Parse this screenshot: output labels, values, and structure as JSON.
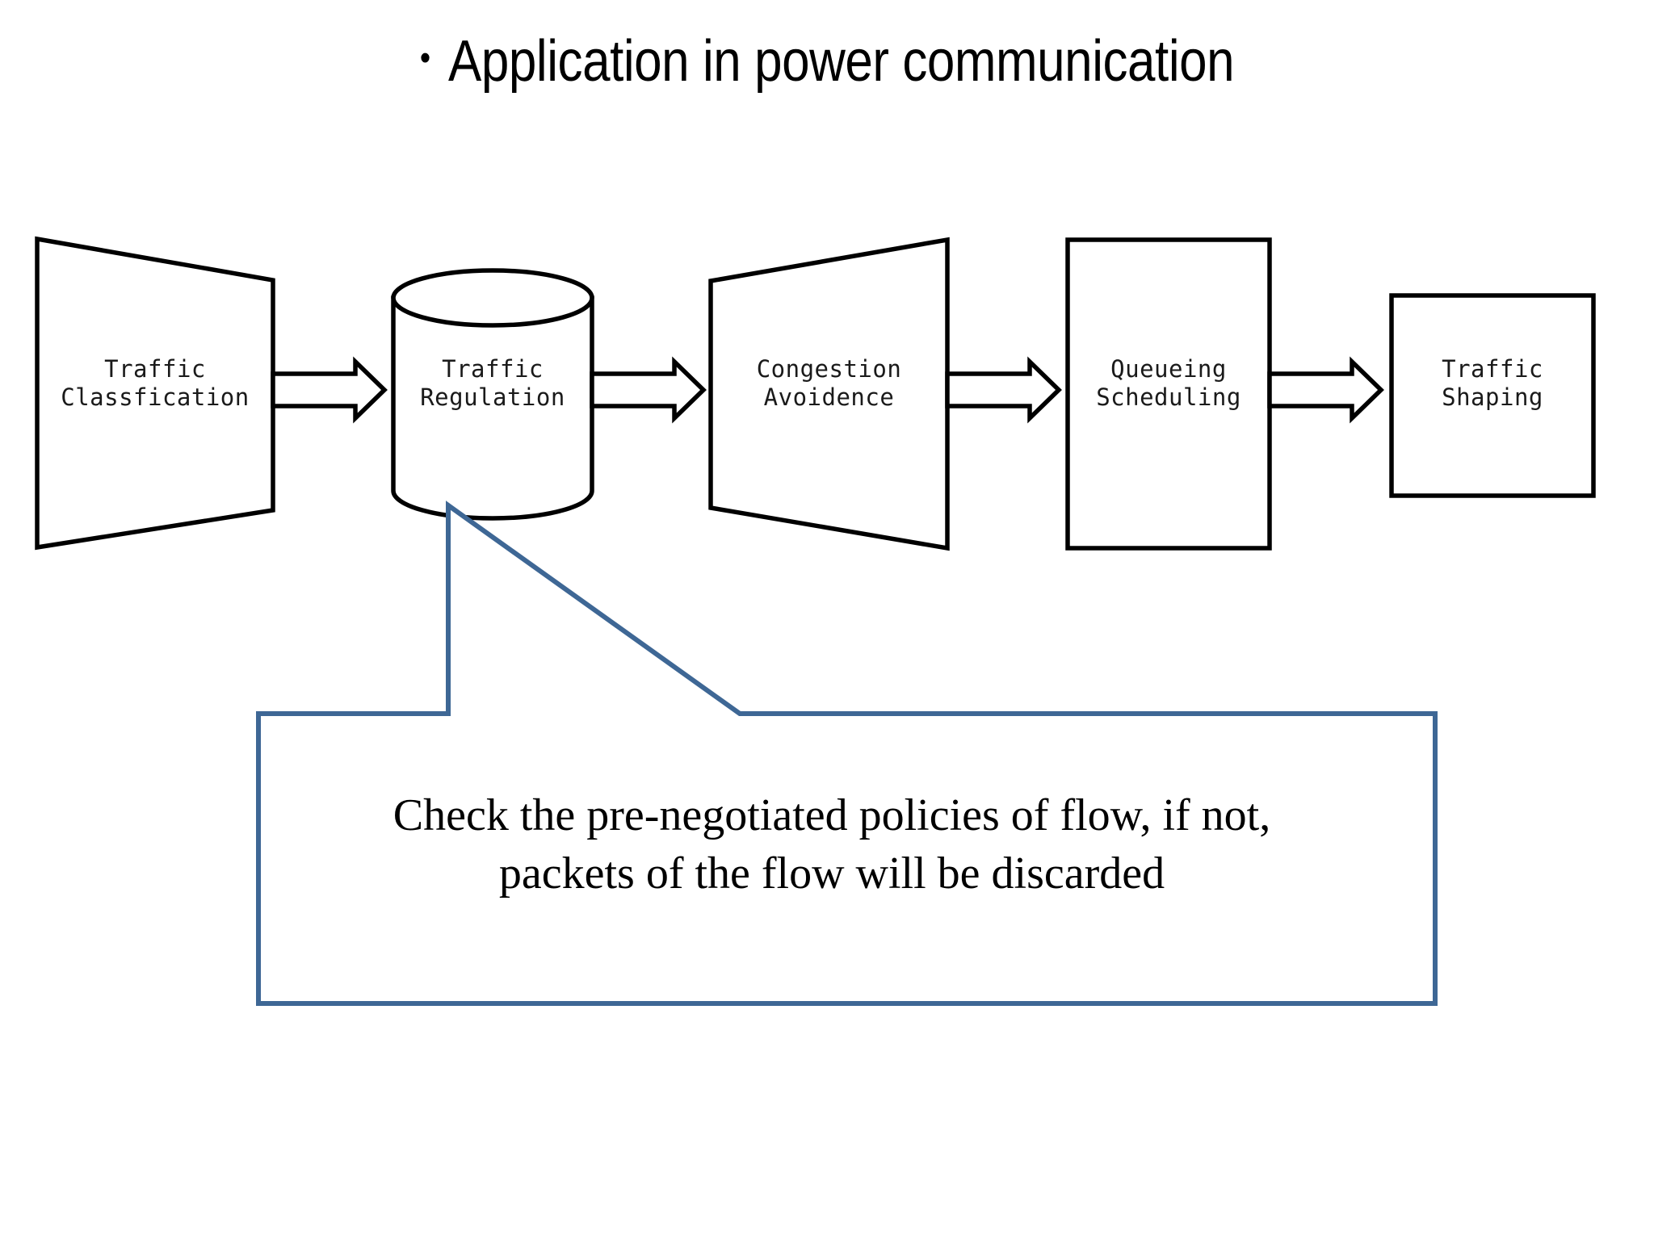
{
  "slide": {
    "title": "Application in power communication",
    "bullet_glyph": "•",
    "background_color": "#FFFFFF"
  },
  "diagram": {
    "type": "flowchart",
    "orientation": "left-to-right",
    "outline_color": "#000000",
    "node_count": 5,
    "nodes": [
      {
        "id": "traffic-classification",
        "shape": "trapezoid",
        "label": "Traffic\nClassfication",
        "line1": "Traffic",
        "line2": "Classfication"
      },
      {
        "id": "traffic-regulation",
        "shape": "cylinder",
        "label": "Traffic\nRegulation",
        "line1": "Traffic",
        "line2": "Regulation"
      },
      {
        "id": "congestion-avoidence",
        "shape": "trapezoid",
        "label": "Congestion\nAvoidence",
        "line1": "Congestion",
        "line2": "Avoidence"
      },
      {
        "id": "queueing-scheduling",
        "shape": "rectangle",
        "label": "Queueing\nScheduling",
        "line1": "Queueing",
        "line2": "Scheduling"
      },
      {
        "id": "traffic-shaping",
        "shape": "rectangle",
        "label": "Traffic\nShaping",
        "line1": "Traffic",
        "line2": "Shaping"
      }
    ],
    "connectors": [
      {
        "from": "traffic-classification",
        "to": "traffic-regulation",
        "style": "block-arrow"
      },
      {
        "from": "traffic-regulation",
        "to": "congestion-avoidence",
        "style": "block-arrow"
      },
      {
        "from": "congestion-avoidence",
        "to": "queueing-scheduling",
        "style": "block-arrow"
      },
      {
        "from": "queueing-scheduling",
        "to": "traffic-shaping",
        "style": "block-arrow"
      }
    ]
  },
  "callout": {
    "attached_to": "traffic-regulation",
    "border_color": "#3E6795",
    "fill_color": "#FFFFFF",
    "line1": "Check the pre-negotiated policies of flow, if not,",
    "line2": "packets of the flow will be discarded",
    "text": "Check the pre-negotiated policies of flow, if not, packets of the flow will be discarded"
  }
}
